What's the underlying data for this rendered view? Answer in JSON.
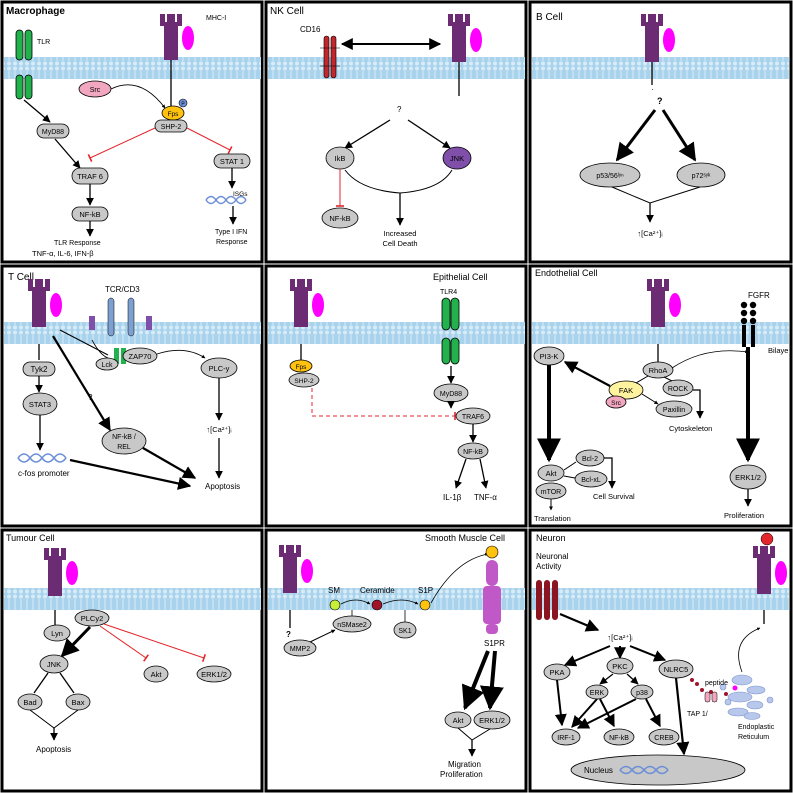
{
  "colors": {
    "membrane": "#a9d3ec",
    "membrane_dot": "#d8ecf8",
    "mhc": "#6b2c73",
    "mhc_pink": "#ff00ff",
    "node": "#c8c8c8",
    "green": "#22b14c",
    "red_line": "#e3262c",
    "src_pink": "#f2a7c1",
    "fps_yellow": "#ffc20e",
    "purple_node": "#7f4fa9",
    "blue_receptor": "#7ea0d0",
    "dark_red": "#8b1520",
    "cd16_red": "#c1272d",
    "dna": "#6c8fd6"
  },
  "panels": {
    "macrophage": {
      "title": "Macrophage",
      "tlr": "TLR",
      "mhc": "MHC-I",
      "src": "Src",
      "fps": "Fps",
      "p": "P",
      "shp2": "SHP-2",
      "myd88": "MyD88",
      "traf6": "TRAF 6",
      "stat1": "STAT 1",
      "nfkb": "NF-kB",
      "isgs": "ISGs",
      "tlr_response": "TLR Response",
      "cytokines": "TNF-α, IL-6, IFN-β",
      "ifn_1": "Type I IFN",
      "ifn_2": "Response"
    },
    "nk": {
      "title": "NK Cell",
      "cd16": "CD16",
      "q": "?",
      "ikb": "IkB",
      "jnk": "JNK",
      "nfkb": "NF-kB",
      "death_1": "Increased",
      "death_2": "Cell Death"
    },
    "b": {
      "title": "B Cell",
      "dot": "·",
      "q": "?",
      "p53": "p53/56ˡʸⁿ",
      "p72": "p72ˢʸᵏ",
      "ca": "↑[Ca²⁺]ᵢ"
    },
    "t": {
      "title": "T Cell",
      "tcr": "TCR/CD3",
      "lck": "Lck",
      "zap70": "ZAP70",
      "plc": "PLC-y",
      "tyk2": "Tyk2",
      "q": "?",
      "stat3": "STAT3",
      "nfkb_1": "NF-kB /",
      "nfkb_2": "REL",
      "ca": "↑[Ca²⁺]ᵢ",
      "apoptosis": "Apoptosis",
      "cfos": "c-fos promoter"
    },
    "epithelial": {
      "title": "Epithelial Cell",
      "tlr4": "TLR4",
      "fps": "Fps",
      "shp2": "SHP-2",
      "myd88": "MyD88",
      "traf6": "TRAF6",
      "nfkb": "NF-kB",
      "il1b": "IL-1β",
      "tnfa": "TNF-α"
    },
    "endothelial": {
      "title": "Endothelial Cell",
      "fgfr": "FGFR",
      "bilayer": "Bilaye",
      "pi3k": "PI3-K",
      "rhoa": "RhoA",
      "fak": "FAK",
      "rock": "ROCK",
      "src": "Src",
      "paxillin": "Paxillin",
      "cytoskeleton": "Cytoskeleton",
      "bcl2": "Bcl-2",
      "akt": "Akt",
      "bclxl": "Bcl-xL",
      "mtor": "mTOR",
      "survival": "Cell Survival",
      "translation": "Translation",
      "erk": "ERK1/2",
      "proliferation": "Proliferation"
    },
    "tumour": {
      "title": "Tumour Cell",
      "lyn": "Lyn",
      "plcy2": "PLCy2",
      "jnk": "JNK",
      "akt": "Akt",
      "erk": "ERK1/2",
      "bad": "Bad",
      "bax": "Bax",
      "apoptosis": "Apoptosis"
    },
    "smooth": {
      "title": "Smooth Muscle Cell",
      "sm": "SM",
      "ceramide": "Ceramide",
      "s1p": "S1P",
      "s1pr": "S1PR",
      "q": "?",
      "nsmase2": "nSMase2",
      "sk1": "SK1",
      "mmp2": "MMP2",
      "akt": "Akt",
      "erk": "ERK1/2",
      "migration": "Migration",
      "proliferation": "Proliferation"
    },
    "neuron": {
      "title": "Neuron",
      "activity_1": "Neuronal",
      "activity_2": "Activity",
      "ca": "↑[Ca²⁺]ᵢ",
      "pka": "PKA",
      "pkc": "PKC",
      "nlrc5": "NLRC5",
      "erk": "ERK",
      "p38": "p38",
      "peptide": "peptide",
      "tap1": "TAP 1/",
      "irf1": "IRF-1",
      "nfkb": "NF-kB",
      "creb": "CREB",
      "nucleus": "Nucleus",
      "er_1": "Endoplastic",
      "er_2": "Reticulum"
    }
  }
}
